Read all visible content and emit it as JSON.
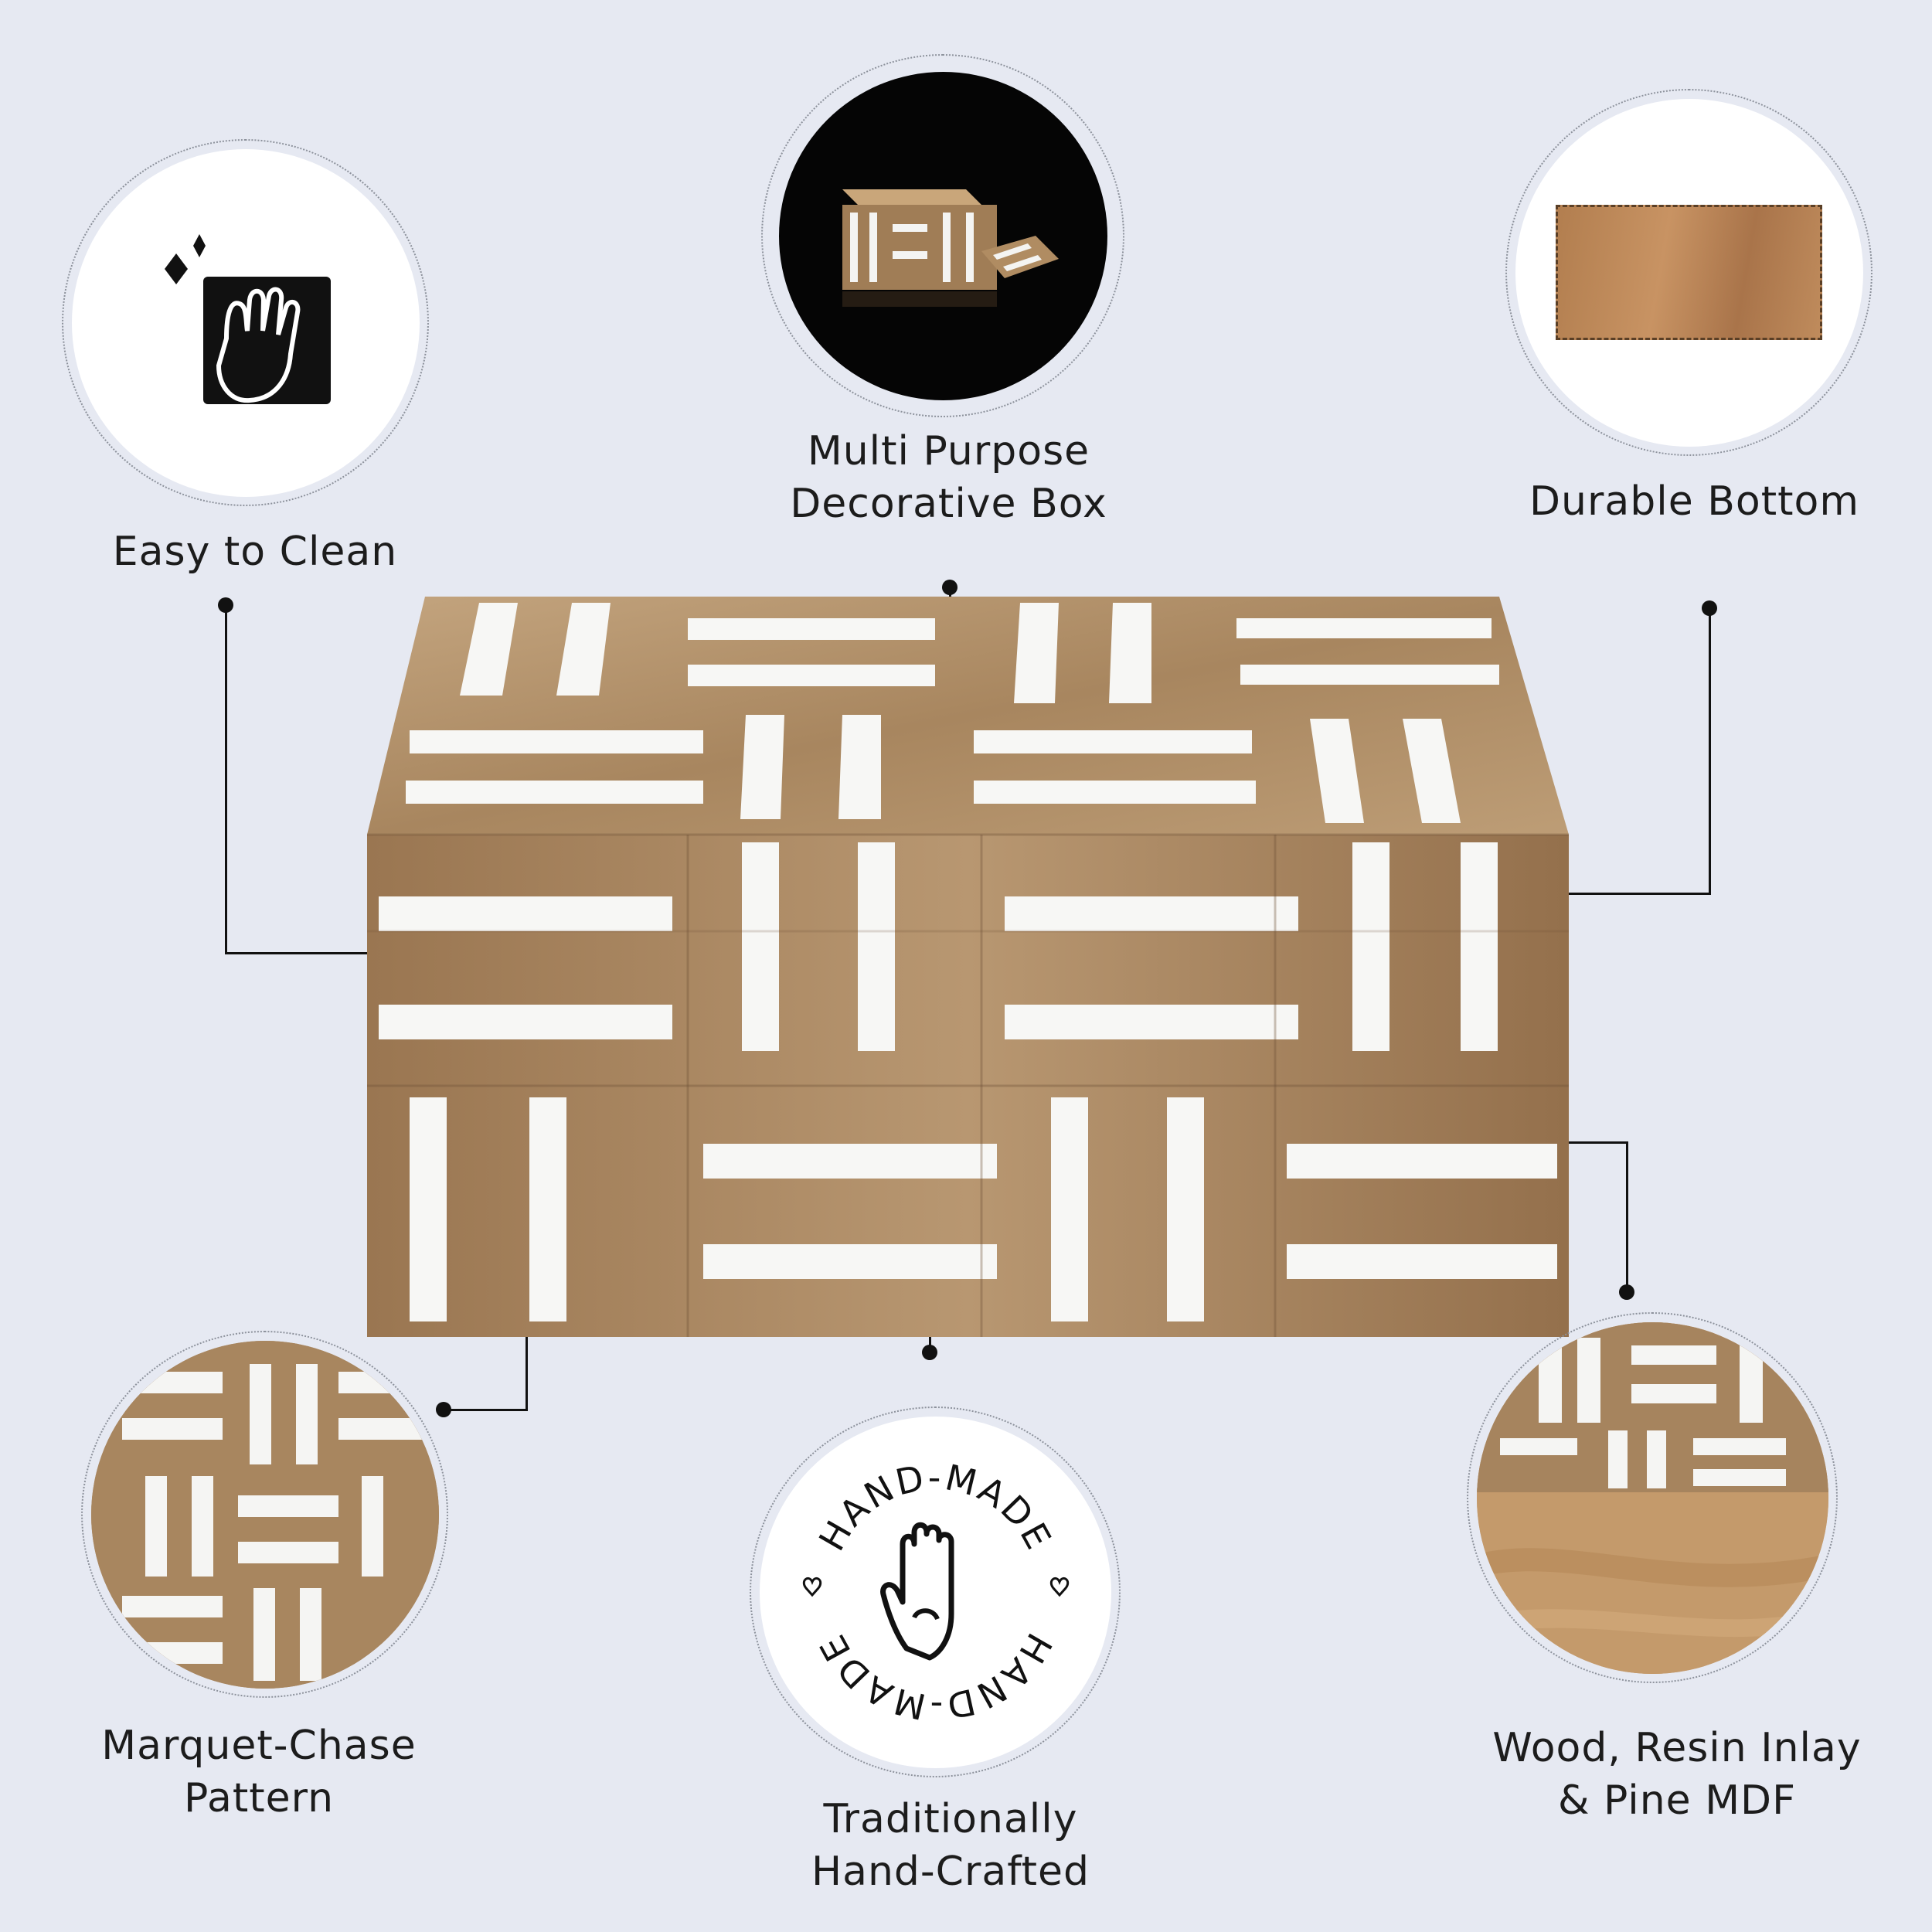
{
  "features": {
    "easy_clean": {
      "label": "Easy to Clean",
      "icon": "wipe-clean-icon"
    },
    "multi_purpose": {
      "line1": "Multi Purpose",
      "line2": "Decorative Box"
    },
    "durable_bottom": {
      "label": "Durable Bottom"
    },
    "marquet_chase": {
      "line1": "Marquet-Chase",
      "line2": "Pattern"
    },
    "hand_crafted": {
      "line1": "Traditionally",
      "line2": "Hand-Crafted",
      "badge_text": "HAND-MADE"
    },
    "materials": {
      "line1": "Wood, Resin Inlay",
      "line2": "& Pine MDF"
    }
  },
  "colors": {
    "background": "#e6e9f2",
    "wood_light": "#b99a74",
    "wood_dark": "#8a6a48",
    "resin_inlay": "#f7f7f5",
    "connector": "#111111"
  }
}
